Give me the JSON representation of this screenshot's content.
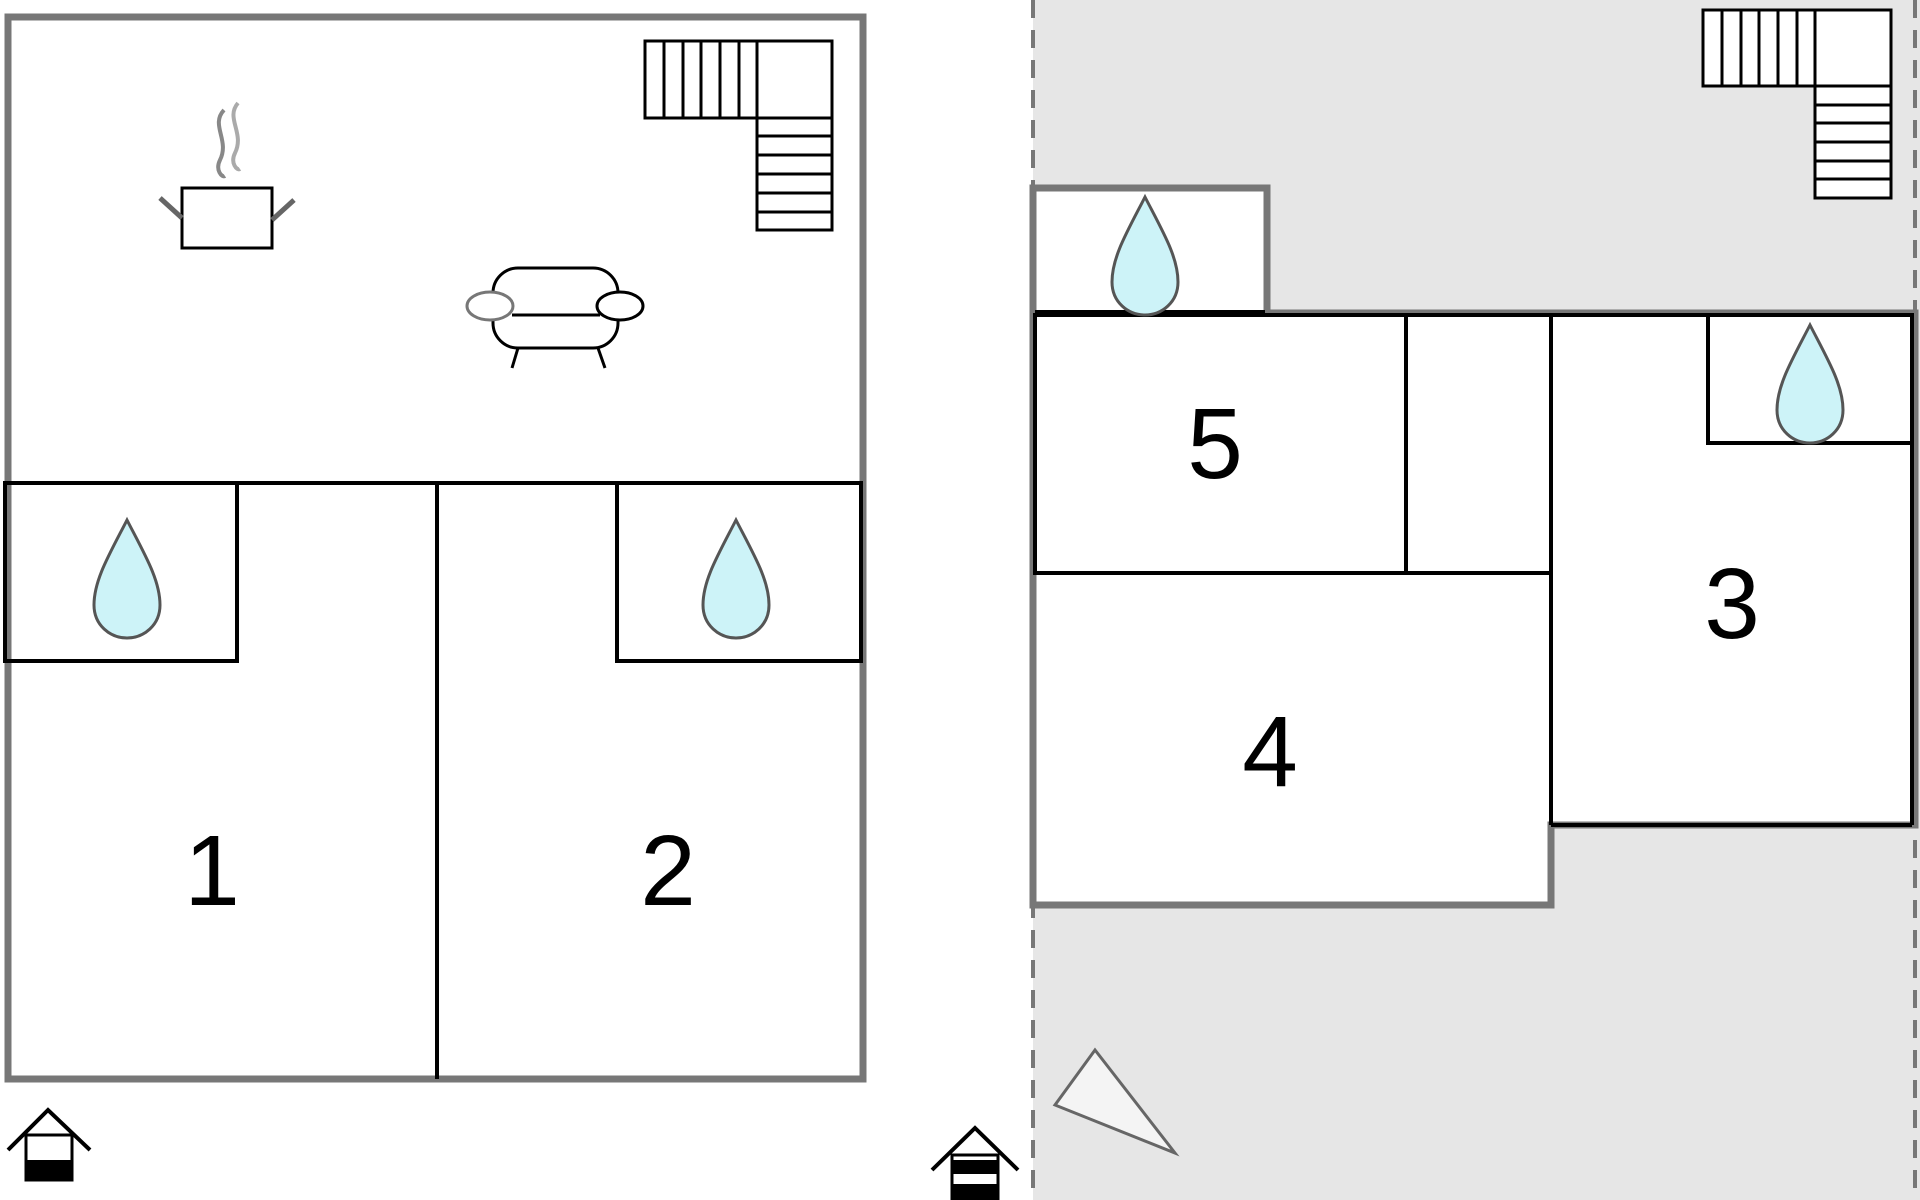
{
  "floors": [
    {
      "rooms": [
        {
          "label": "1"
        },
        {
          "label": "2"
        }
      ]
    },
    {
      "rooms": [
        {
          "label": "5"
        },
        {
          "label": "3"
        },
        {
          "label": "4"
        }
      ]
    }
  ],
  "icons": [
    "stairs-icon",
    "cooking-pot-icon",
    "sofa-icon",
    "bathroom-drop-icon",
    "entrance-house-icon",
    "compass-north-icon"
  ],
  "colors": {
    "outer_wall": "#777777",
    "inner_wall": "#000000",
    "outdoor_area": "#e6e6e6",
    "water_drop": "#cdf3f8"
  }
}
